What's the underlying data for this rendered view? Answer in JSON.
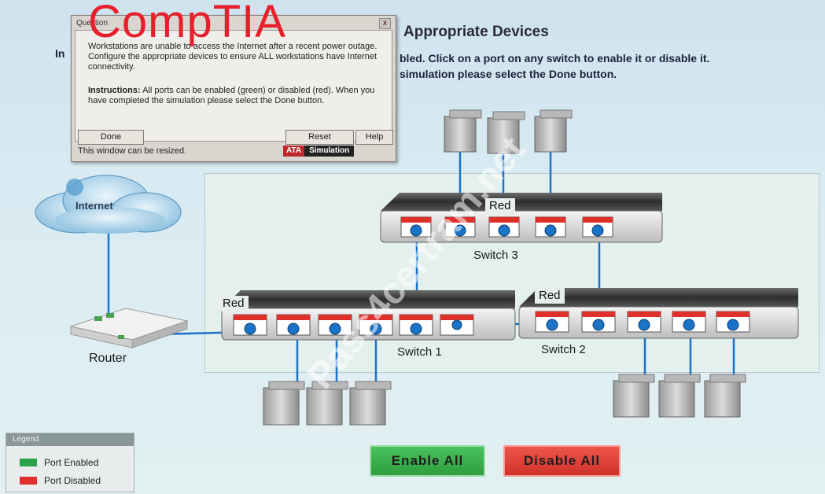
{
  "logo_text": "CompTIA",
  "header": {
    "lead": "In",
    "title": "Appropriate Devices",
    "line1": "bled. Click on a port on any switch to enable it or disable it.",
    "line2": "simulation please select the Done button."
  },
  "question_window": {
    "title": "Question",
    "close": "x",
    "text1": "Workstations are unable to access the Internet after a recent power outage. Configure the appropriate devices to ensure ALL workstations have Internet connectivity.",
    "instructions_label": "Instructions:",
    "text2": " All ports can be enabled (green) or disabled (red). When you have completed the simulation please select the Done button.",
    "done": "Done",
    "reset": "Reset",
    "help": "Help",
    "status": "This window can be resized.",
    "brand_a": "ATA",
    "brand_b": "Simulation"
  },
  "network": {
    "internet": "Internet",
    "router": "Router",
    "switch1": "Switch 1",
    "switch2": "Switch 2",
    "switch3": "Switch 3",
    "red_tag": "Red"
  },
  "legend": {
    "title": "Legend",
    "enabled": "Port Enabled",
    "disabled": "Port Disabled",
    "enabled_color": "#2aa24a",
    "disabled_color": "#e0302b"
  },
  "buttons": {
    "enable_all": "Enable All",
    "disable_all": "Disable All"
  },
  "watermark": "Pass4certram.net",
  "colors": {
    "cable": "#1a73c7",
    "port_red": "#e0302b"
  }
}
